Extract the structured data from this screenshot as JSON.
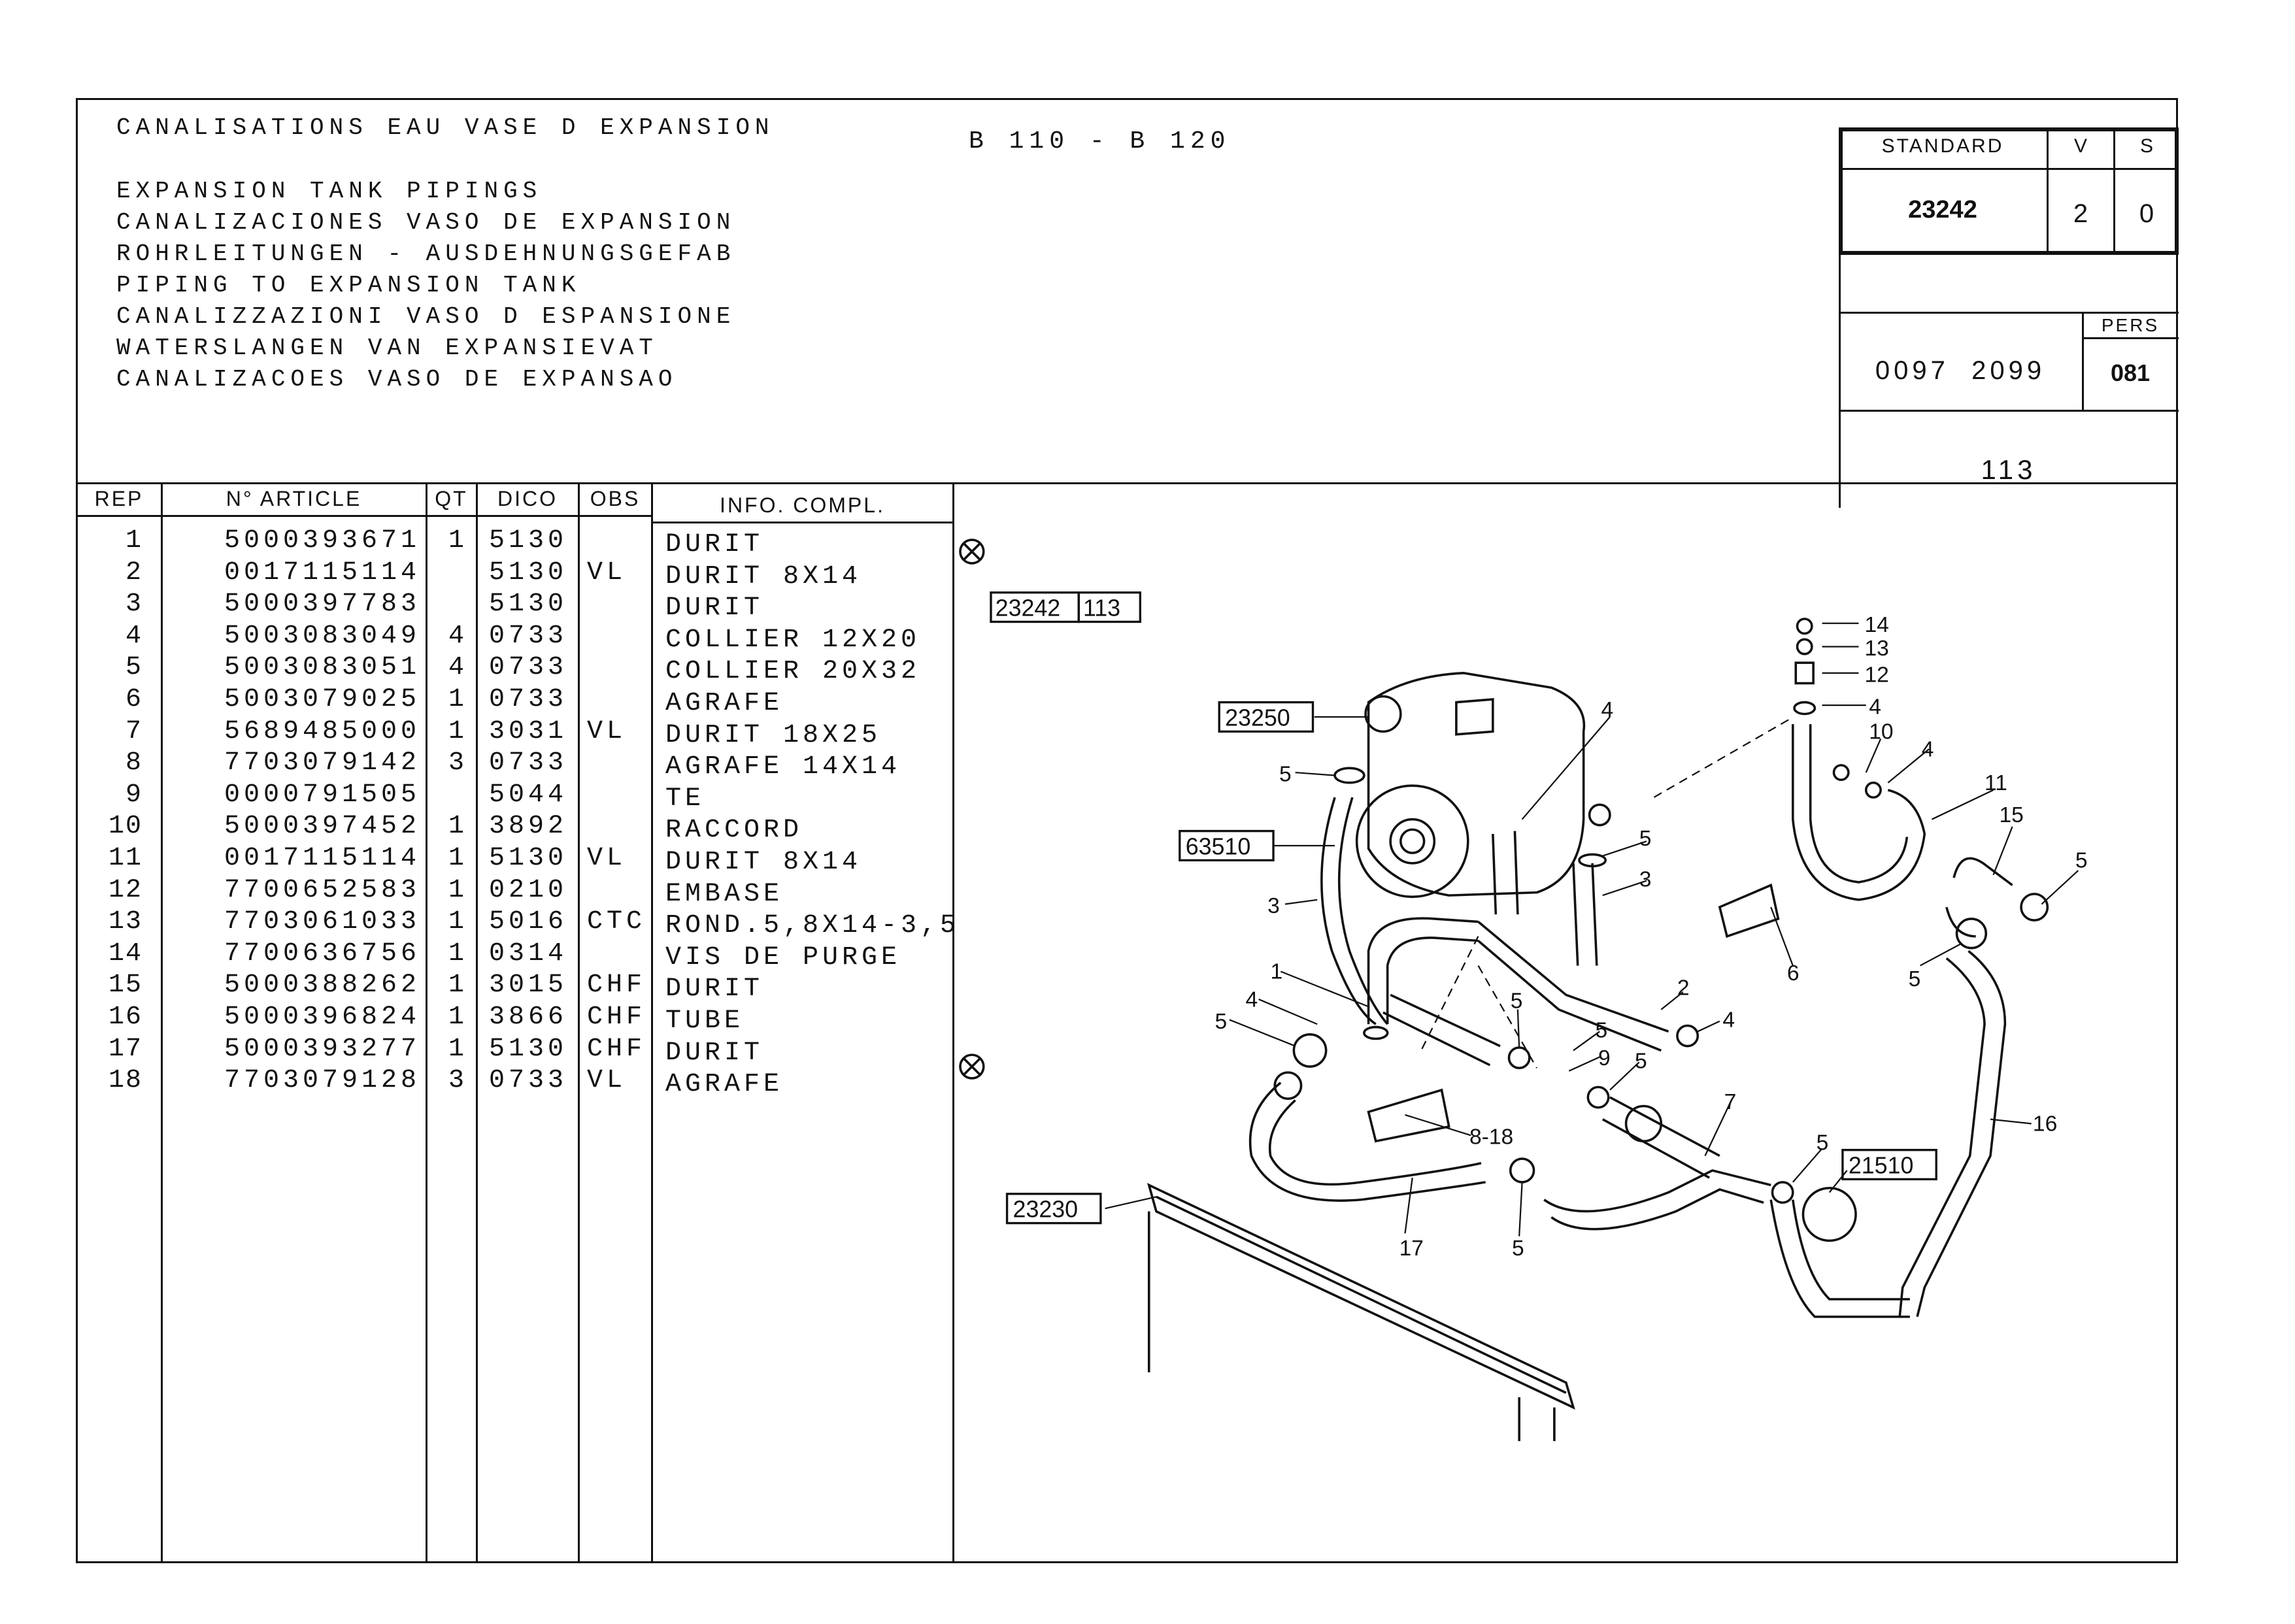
{
  "header": {
    "title_fr": "CANALISATIONS EAU VASE D EXPANSION",
    "models": "B 110 - B 120",
    "translations": [
      "EXPANSION TANK PIPINGS",
      "CANALIZACIONES VASO DE EXPANSION",
      "ROHRLEITUNGEN - AUSDEHNUNGSGEFAB",
      "PIPING TO EXPANSION TANK",
      "CANALIZZAZIONI VASO D ESPANSIONE",
      "WATERSLANGEN VAN EXPANSIEVAT",
      "CANALIZACOES VASO DE EXPANSAO"
    ]
  },
  "title_block": {
    "standard_label": "STANDARD",
    "v_label": "V",
    "s_label": "S",
    "standard": "23242",
    "v": "2",
    "s": "0",
    "doc_number": "0097  2099",
    "pers_label": "PERS",
    "pers": "081",
    "page": "113"
  },
  "table": {
    "headers": [
      "REP",
      "N° ARTICLE",
      "QT",
      "DICO",
      "OBS",
      "INFO. COMPL."
    ],
    "rows": [
      {
        "rep": "1",
        "article": "5000393671",
        "qt": "1",
        "dico": "5130",
        "obs": "",
        "info": "DURIT"
      },
      {
        "rep": "2",
        "article": "0017115114",
        "qt": "",
        "dico": "5130",
        "obs": "VL",
        "info": "DURIT 8X14"
      },
      {
        "rep": "3",
        "article": "5000397783",
        "qt": "",
        "dico": "5130",
        "obs": "",
        "info": "DURIT"
      },
      {
        "rep": "4",
        "article": "5003083049",
        "qt": "4",
        "dico": "0733",
        "obs": "",
        "info": "COLLIER 12X20"
      },
      {
        "rep": "5",
        "article": "5003083051",
        "qt": "4",
        "dico": "0733",
        "obs": "",
        "info": "COLLIER 20X32"
      },
      {
        "rep": "6",
        "article": "5003079025",
        "qt": "1",
        "dico": "0733",
        "obs": "",
        "info": "AGRAFE"
      },
      {
        "rep": "7",
        "article": "5689485000",
        "qt": "1",
        "dico": "3031",
        "obs": "VL",
        "info": "DURIT 18X25"
      },
      {
        "rep": "8",
        "article": "7703079142",
        "qt": "3",
        "dico": "0733",
        "obs": "",
        "info": "AGRAFE 14X14"
      },
      {
        "rep": "9",
        "article": "0000791505",
        "qt": "",
        "dico": "5044",
        "obs": "",
        "info": "TE"
      },
      {
        "rep": "10",
        "article": "5000397452",
        "qt": "1",
        "dico": "3892",
        "obs": "",
        "info": "RACCORD"
      },
      {
        "rep": "11",
        "article": "0017115114",
        "qt": "1",
        "dico": "5130",
        "obs": "VL",
        "info": "DURIT 8X14"
      },
      {
        "rep": "12",
        "article": "7700652583",
        "qt": "1",
        "dico": "0210",
        "obs": "",
        "info": "EMBASE"
      },
      {
        "rep": "13",
        "article": "7703061033",
        "qt": "1",
        "dico": "5016",
        "obs": "CTC",
        "info": "ROND.5,8X14-3,5"
      },
      {
        "rep": "14",
        "article": "7700636756",
        "qt": "1",
        "dico": "0314",
        "obs": "",
        "info": "VIS DE PURGE"
      },
      {
        "rep": "15",
        "article": "5000388262",
        "qt": "1",
        "dico": "3015",
        "obs": "CHF",
        "info": "DURIT"
      },
      {
        "rep": "16",
        "article": "5000396824",
        "qt": "1",
        "dico": "3866",
        "obs": "CHF",
        "info": "TUBE"
      },
      {
        "rep": "17",
        "article": "5000393277",
        "qt": "1",
        "dico": "5130",
        "obs": "CHF",
        "info": "DURIT"
      },
      {
        "rep": "18",
        "article": "7703079128",
        "qt": "3",
        "dico": "0733",
        "obs": "VL",
        "info": "AGRAFE"
      }
    ]
  },
  "diagram": {
    "ref_box": [
      "23242",
      "113"
    ],
    "refs": [
      "23250",
      "63510",
      "23230",
      "21510"
    ],
    "callouts": [
      "14",
      "13",
      "12",
      "4",
      "10",
      "4",
      "11",
      "15",
      "5",
      "4",
      "5",
      "5",
      "3",
      "3",
      "6",
      "5",
      "1",
      "2",
      "4",
      "4",
      "5",
      "5",
      "5",
      "9",
      "5",
      "7",
      "8-18",
      "5",
      "17",
      "5",
      "16"
    ]
  }
}
